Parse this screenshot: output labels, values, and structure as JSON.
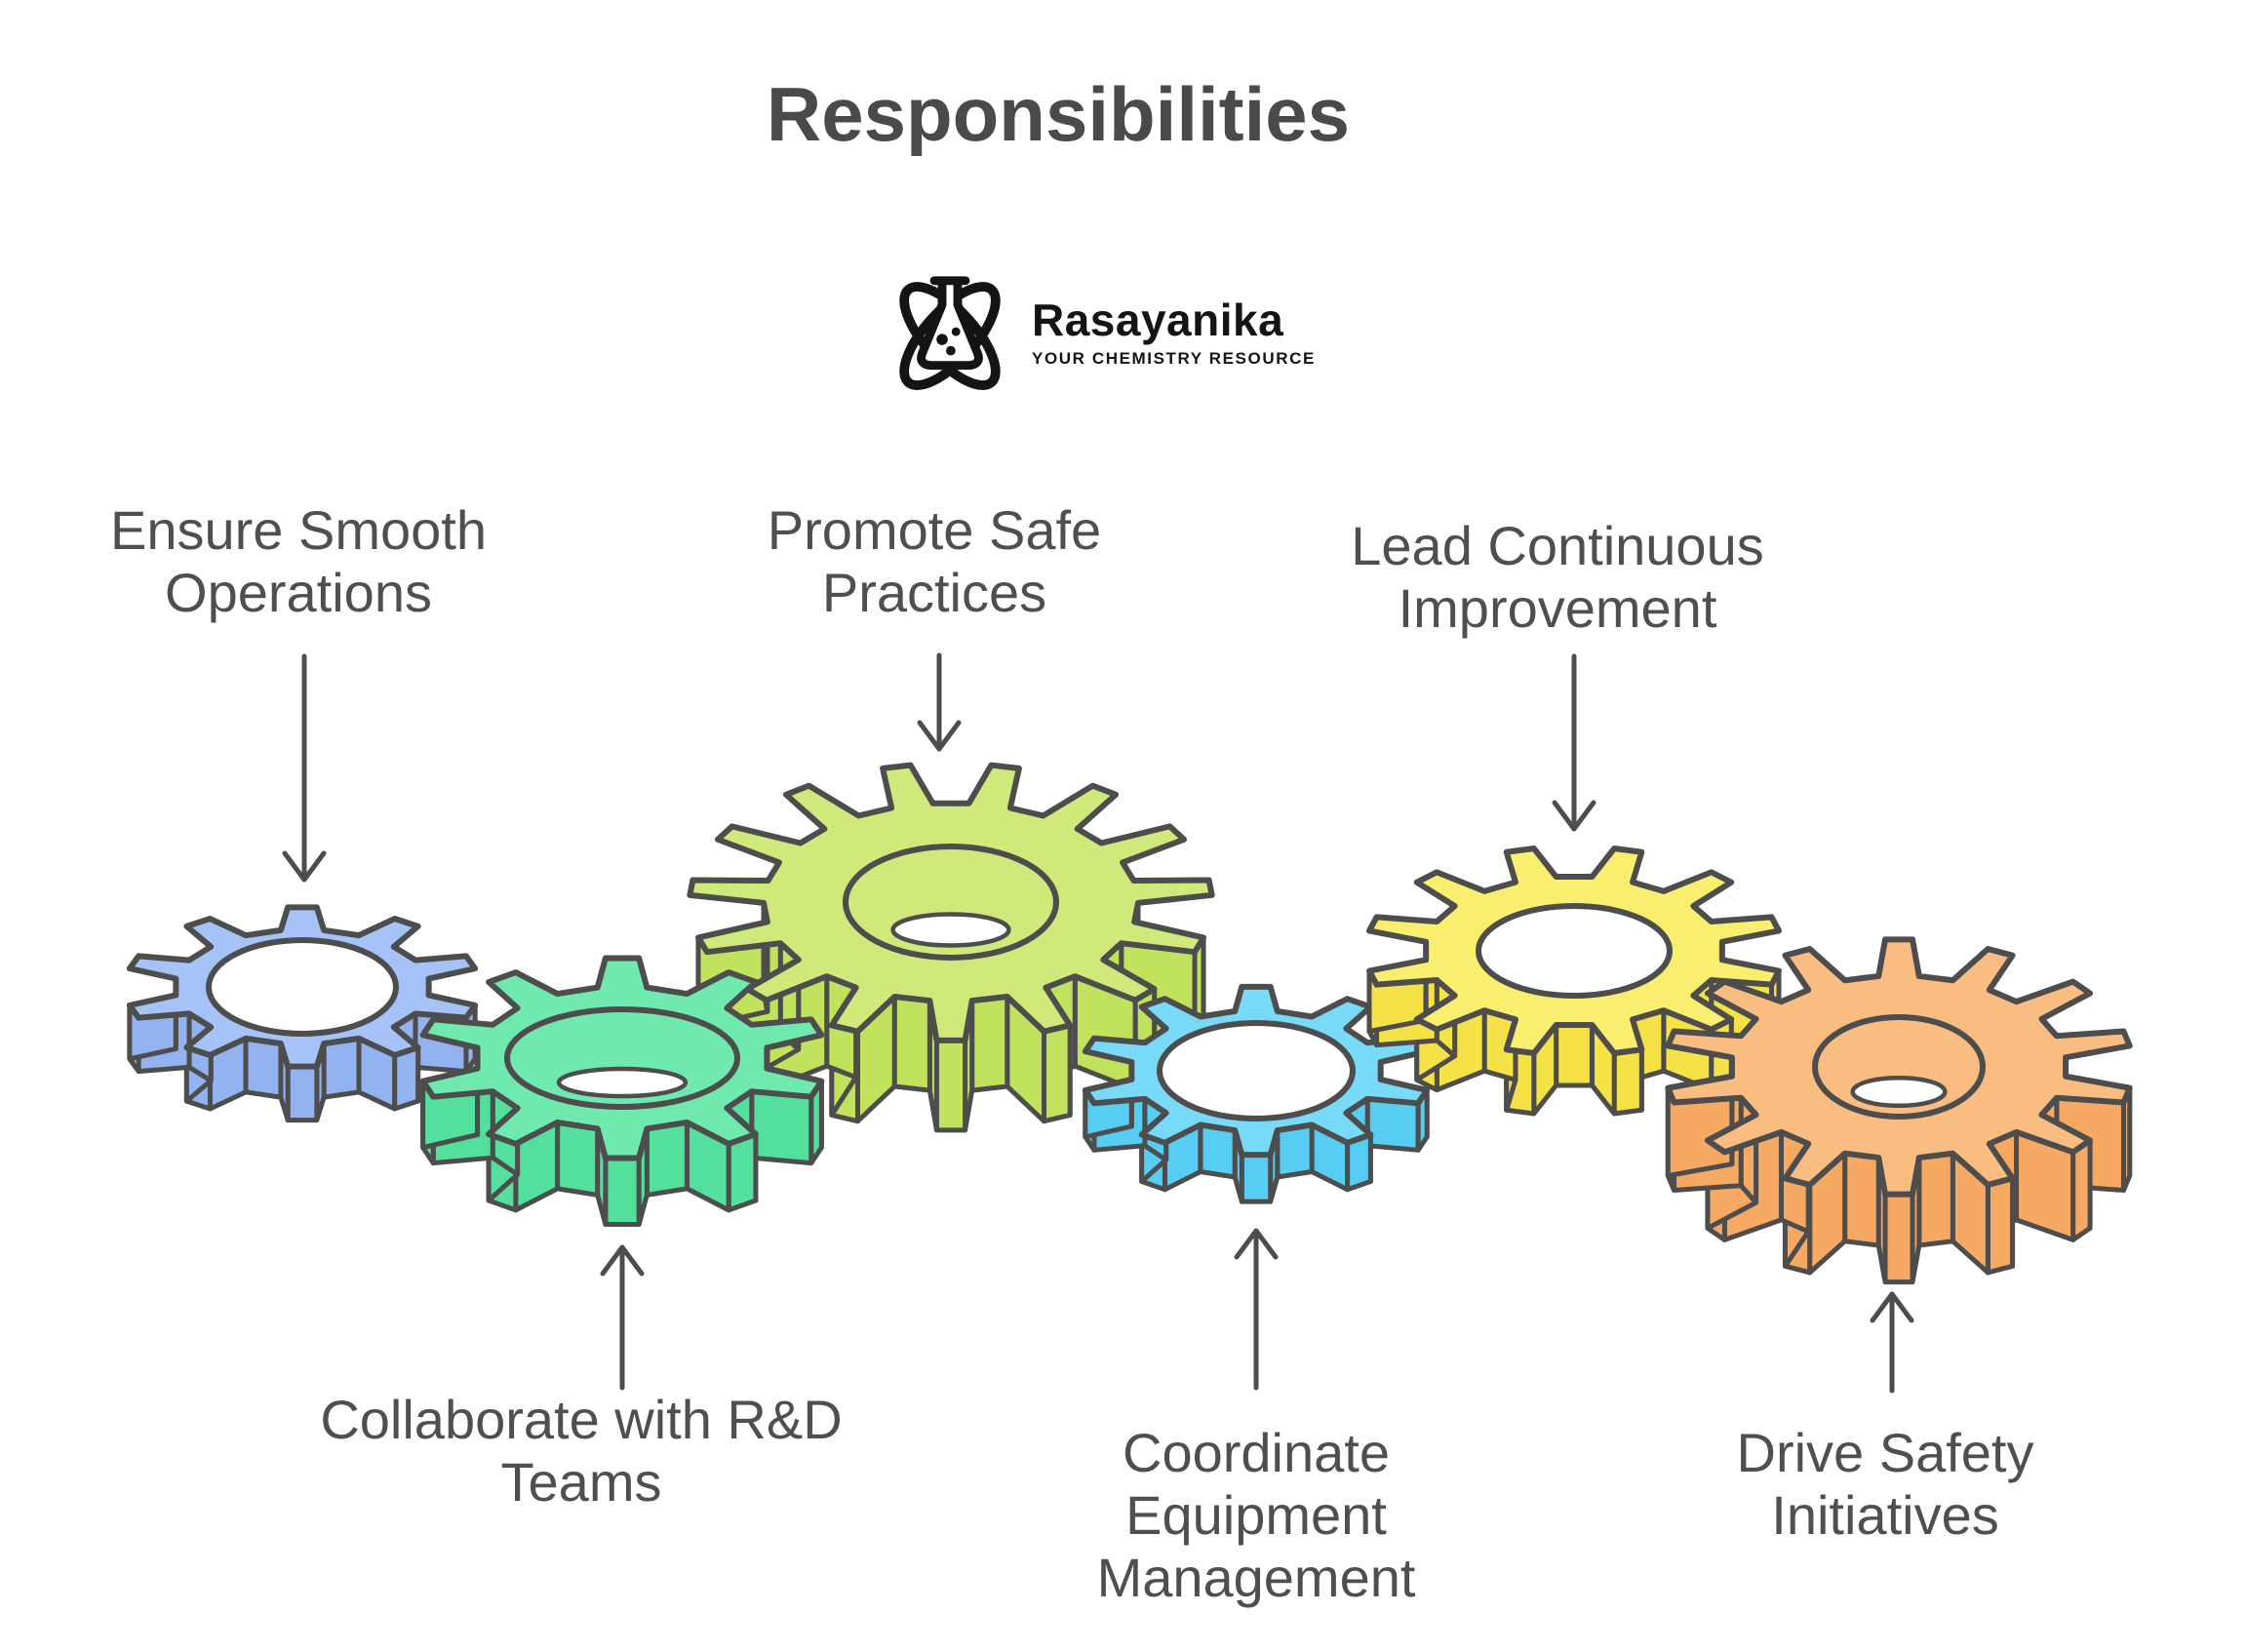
{
  "title": "Responsibilities",
  "logo": {
    "brand": "Rasayanika",
    "tagline": "YOUR CHEMISTRY RESOURCE",
    "icon": "atom-flask-logo"
  },
  "items": [
    {
      "id": "ensure-smooth-operations",
      "label": "Ensure Smooth Operations",
      "gear_color": "#a5c3f6",
      "gear_side_color": "#92b3ef",
      "position": "top-left"
    },
    {
      "id": "promote-safe-practices",
      "label": "Promote Safe Practices",
      "gear_color": "#cfe97b",
      "gear_side_color": "#c0e25c",
      "position": "top-center"
    },
    {
      "id": "lead-continuous-improvement",
      "label": "Lead Continuous Improvement",
      "gear_color": "#f9ee6d",
      "gear_side_color": "#f5e246",
      "position": "top-right"
    },
    {
      "id": "collaborate-with-rd-teams",
      "label": "Collaborate with R&D Teams",
      "gear_color": "#6fe9ae",
      "gear_side_color": "#53e09c",
      "position": "bottom-left"
    },
    {
      "id": "coordinate-equipment-management",
      "label": "Coordinate Equipment Management",
      "gear_color": "#79daf8",
      "gear_side_color": "#57cdf3",
      "position": "bottom-center"
    },
    {
      "id": "drive-safety-initiatives",
      "label": "Drive Safety Initiatives",
      "gear_color": "#f9bc81",
      "gear_side_color": "#f5a963",
      "position": "bottom-right"
    }
  ],
  "colors": {
    "outline": "#4d4d4d",
    "text": "#4f4f4f",
    "background": "#ffffff",
    "logo": "#141414"
  }
}
